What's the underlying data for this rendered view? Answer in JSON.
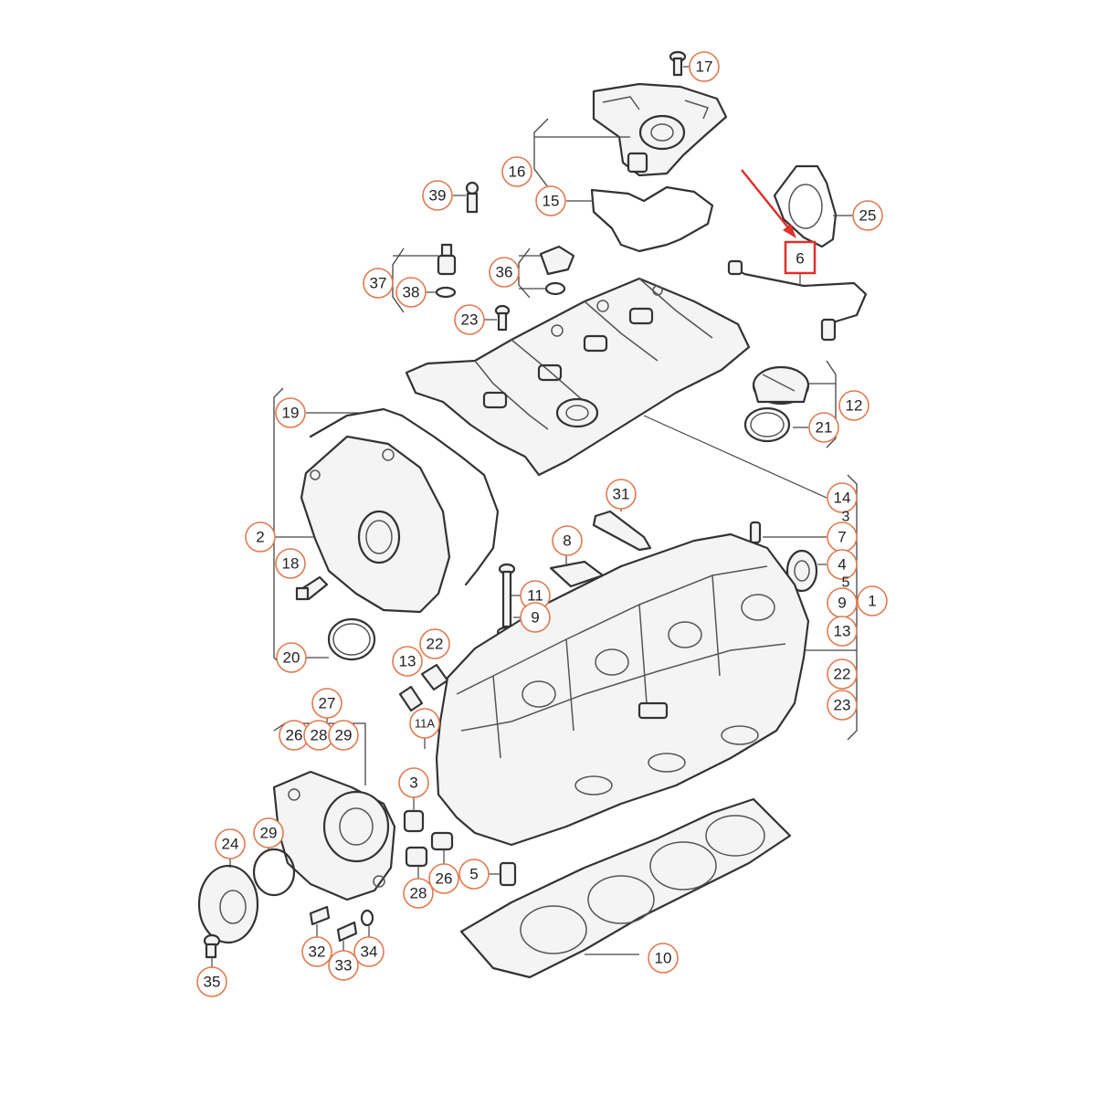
{
  "diagram": {
    "highlight_color": "#e0302a",
    "callout_color": "#e07a4f",
    "highlighted_part": "6",
    "callouts": [
      {
        "id": "c17",
        "label": "17"
      },
      {
        "id": "c16",
        "label": "16"
      },
      {
        "id": "c15",
        "label": "15"
      },
      {
        "id": "c39",
        "label": "39"
      },
      {
        "id": "c25",
        "label": "25"
      },
      {
        "id": "c37",
        "label": "37"
      },
      {
        "id": "c38",
        "label": "38"
      },
      {
        "id": "c36",
        "label": "36"
      },
      {
        "id": "c23a",
        "label": "23"
      },
      {
        "id": "c12",
        "label": "12"
      },
      {
        "id": "c21",
        "label": "21"
      },
      {
        "id": "c19",
        "label": "19"
      },
      {
        "id": "c14",
        "label": "14"
      },
      {
        "id": "c31",
        "label": "31"
      },
      {
        "id": "c2",
        "label": "2"
      },
      {
        "id": "c8",
        "label": "8"
      },
      {
        "id": "c7",
        "label": "7"
      },
      {
        "id": "c4",
        "label": "4"
      },
      {
        "id": "c18",
        "label": "18"
      },
      {
        "id": "c11",
        "label": "11"
      },
      {
        "id": "c9a",
        "label": "9"
      },
      {
        "id": "c9b",
        "label": "9"
      },
      {
        "id": "c1",
        "label": "1"
      },
      {
        "id": "c13a",
        "label": "13"
      },
      {
        "id": "c22a",
        "label": "22"
      },
      {
        "id": "c20",
        "label": "20"
      },
      {
        "id": "c13b",
        "label": "13"
      },
      {
        "id": "c22b",
        "label": "22"
      },
      {
        "id": "c23b",
        "label": "23"
      },
      {
        "id": "c27",
        "label": "27"
      },
      {
        "id": "c26a",
        "label": "26"
      },
      {
        "id": "c28a",
        "label": "28"
      },
      {
        "id": "c29a",
        "label": "29"
      },
      {
        "id": "c11A",
        "label": "11A"
      },
      {
        "id": "c3",
        "label": "3"
      },
      {
        "id": "c24",
        "label": "24"
      },
      {
        "id": "c29b",
        "label": "29"
      },
      {
        "id": "c28b",
        "label": "28"
      },
      {
        "id": "c26b",
        "label": "26"
      },
      {
        "id": "c5",
        "label": "5"
      },
      {
        "id": "c32",
        "label": "32"
      },
      {
        "id": "c34",
        "label": "34"
      },
      {
        "id": "c33",
        "label": "33"
      },
      {
        "id": "c10",
        "label": "10"
      },
      {
        "id": "c35",
        "label": "35"
      }
    ],
    "plain_labels": [
      {
        "id": "p3",
        "label": "3"
      },
      {
        "id": "p5",
        "label": "5"
      }
    ]
  }
}
